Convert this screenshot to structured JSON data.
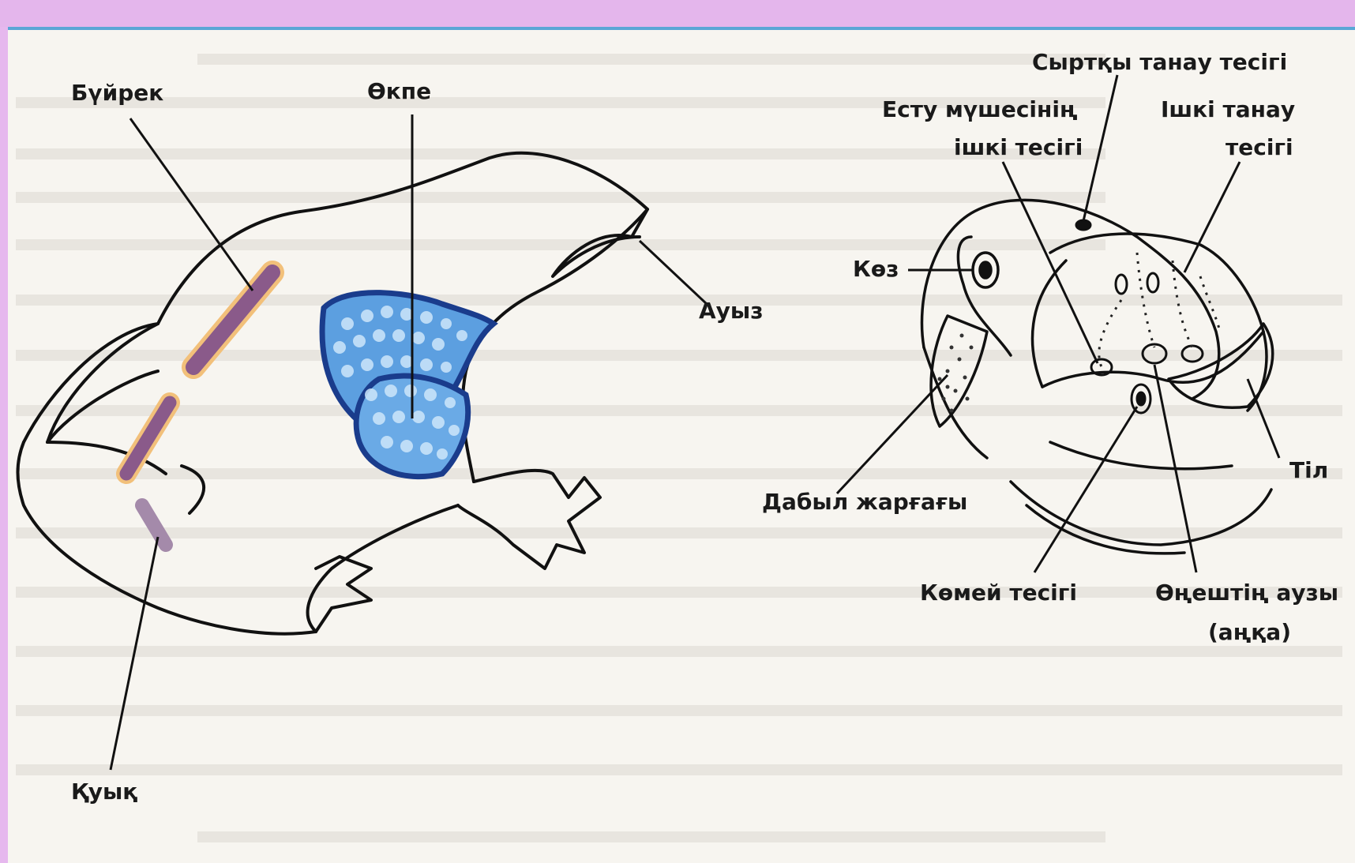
{
  "colors": {
    "background": "#e6b8ee",
    "page": "#f7f5f0",
    "lung_fill": "#5c9fe0",
    "lung_outline": "#1a3c8c",
    "kidney": "#8a5a8a"
  },
  "frog_body": {
    "labels": {
      "kidney": "Бүйрек",
      "lung": "Өкпе",
      "mouth": "Ауыз",
      "bladder": "Қуық"
    }
  },
  "frog_head": {
    "labels": {
      "external_nostril": "Сыртқы танау тесігі",
      "ear_inner_hole_line1": "Есту мүшесінің",
      "ear_inner_hole_line2": "ішкі тесігі",
      "inner_nostril_line1": "Ішкі танау",
      "inner_nostril_line2": "тесігі",
      "eye": "Көз",
      "eardrum": "Дабыл жарғағы",
      "tongue": "Тіл",
      "larynx_opening": "Көмей тесігі",
      "esophagus_mouth_line1": "Өңештің аузы",
      "esophagus_mouth_line2": "(аңқа)"
    }
  }
}
